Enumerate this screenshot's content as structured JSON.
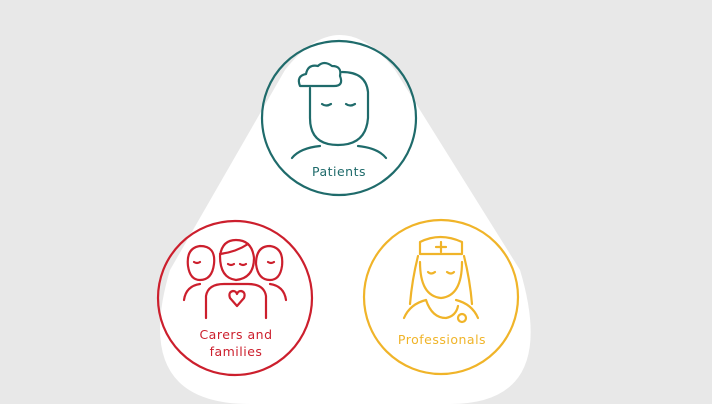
{
  "colors": {
    "background": "#e8e8e8",
    "triangle": "#ffffff",
    "patients": "#1f6b6b",
    "carers": "#cc1f2d",
    "professionals": "#f0b429"
  },
  "groups": {
    "patients": {
      "label": "Patients",
      "icon": "patient-face-icon"
    },
    "carers": {
      "label": "Carers and families",
      "icon": "family-group-icon"
    },
    "professionals": {
      "label": "Professionals",
      "icon": "nurse-icon"
    }
  }
}
